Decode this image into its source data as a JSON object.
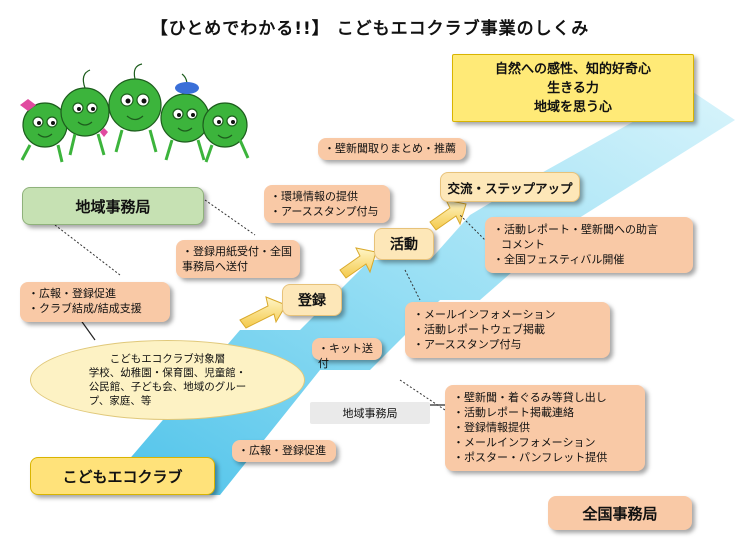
{
  "title": "【ひとめでわかる!!】 こどもエコクラブ事業のしくみ",
  "goal": {
    "line1": "自然への感性、知的好奇心",
    "line2": "生きる力",
    "line3": "地域を思う心"
  },
  "regional_office": {
    "label": "地域事務局"
  },
  "national_office": {
    "label": "全国事務局"
  },
  "kodomo_eco_club": {
    "label": "こどもエコクラブ"
  },
  "target": {
    "line1": "こどもエコクラブ対象層",
    "line2": "学校、幼稚園・保育園、児童館・",
    "line3": "公民館、子ども会、地域のグルー",
    "line4": "プ、家庭、等"
  },
  "regional_tasks": [
    "・広報・登録促進",
    "・クラブ結成/結成支援"
  ],
  "registration_forward": [
    "・登録用紙受付・全国",
    "事務局へ送付"
  ],
  "env_info": [
    "・環境情報の提供",
    "・アーススタンプ付与"
  ],
  "newspaper_compile": "・壁新聞取りまとめ・推薦",
  "steps": {
    "register": "登録",
    "activity": "活動",
    "exchange": "交流・ステップアップ"
  },
  "advice": [
    "・活動レポート・壁新聞への助言",
    "コメント",
    "・全国フェスティバル開催"
  ],
  "mail_info": [
    "・メールインフォメーション",
    "・活動レポートウェブ掲載",
    "・アーススタンプ付与"
  ],
  "kit": "・キット送付",
  "regional_office_small": "地域事務局",
  "national_support": [
    "・壁新聞・着ぐるみ等貸し出し",
    "・活動レポート掲載連絡",
    "・登録情報提供",
    "・メールインフォメーション",
    "・ポスター・パンフレット提供"
  ],
  "promotion": "・広報・登録促進",
  "colors": {
    "stair": "#7fd3ef",
    "stair_light": "#c9eef9",
    "peach": "#f9c9a6",
    "green": "#c6e1b3",
    "cream": "#fde7b8",
    "yellow": "#ffea77",
    "mascot": "#3cb43c"
  },
  "mascot": {
    "icon": "kodomo-eco-club-mascots"
  }
}
